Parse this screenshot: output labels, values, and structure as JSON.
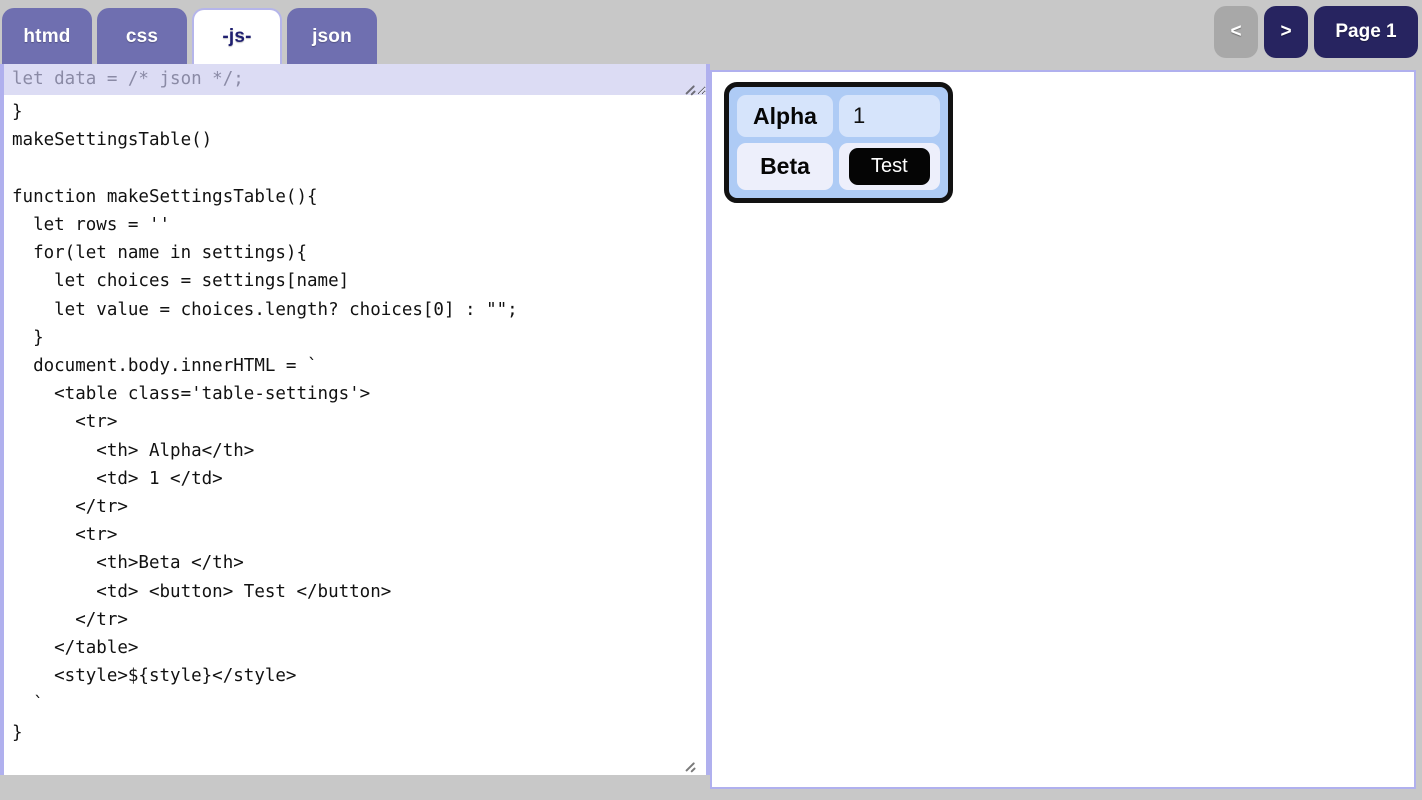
{
  "toolbar": {
    "tabs": [
      {
        "label": "htmd",
        "active": false
      },
      {
        "label": "css",
        "active": false
      },
      {
        "label": "-js-",
        "active": true
      },
      {
        "label": "json",
        "active": false
      }
    ],
    "nav": {
      "prev_label": "<",
      "next_label": ">",
      "page_label": "Page 1"
    },
    "colors": {
      "tab_inactive": "#6f6fb0",
      "tab_active_bg": "#ffffff",
      "tab_active_text": "#1f1f70",
      "nav_prev_bg": "#a8a8a8",
      "nav_active_bg": "#272460",
      "chrome_bg": "#c8c8c8",
      "panel_border": "#b0b0ee"
    }
  },
  "editor": {
    "overlay_line": "let data = /* json */;",
    "code": "  'beta' : words('a b c d e')\n}\nmakeSettingsTable()\n\nfunction makeSettingsTable(){\n  let rows = ''\n  for(let name in settings){\n    let choices = settings[name]\n    let value = choices.length? choices[0] : \"\";\n  }\n  document.body.innerHTML = `\n    <table class='table-settings'>\n      <tr>\n        <th> Alpha</th>\n        <td> 1 </td>\n      </tr>\n      <tr>\n        <th>Beta </th>\n        <td> <button> Test </button>\n      </tr>\n    </table>\n    <style>${style}</style>\n  `\n}"
  },
  "preview": {
    "table": {
      "rows": [
        {
          "header": "Alpha",
          "value": "1",
          "is_button": false
        },
        {
          "header": "Beta",
          "value": "Test",
          "is_button": true
        }
      ]
    },
    "colors": {
      "table_bg": "#aecbf5",
      "row1_cell": "#d6e4fb",
      "row2_cell": "#edeffb",
      "table_border": "#121212",
      "button_bg": "#050505",
      "button_text": "#ffffff"
    }
  }
}
